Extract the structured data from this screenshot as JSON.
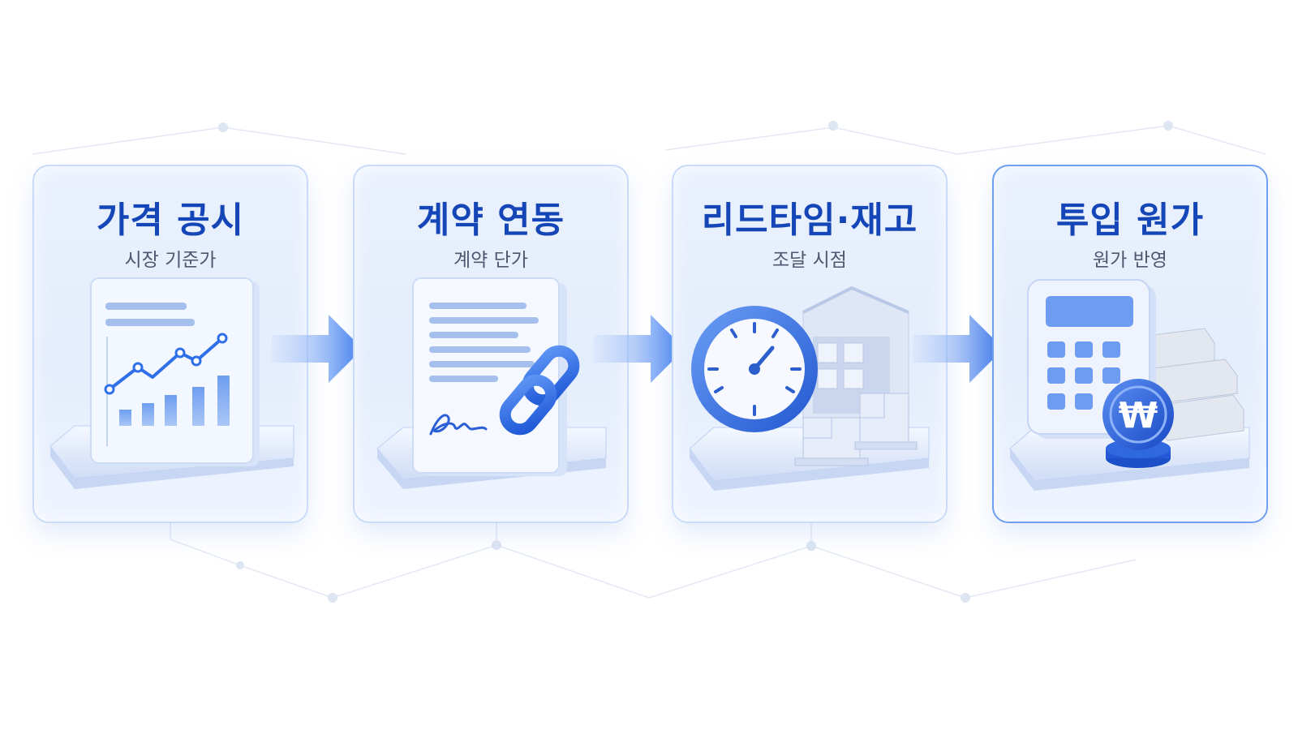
{
  "steps": [
    {
      "title": "가격 공시",
      "subtitle": "시장 기준가",
      "icon": "price-chart-icon"
    },
    {
      "title": "계약 연동",
      "subtitle": "계약 단가",
      "icon": "contract-link-icon"
    },
    {
      "title": "리드타임·재고",
      "subtitle": "조달 시점",
      "icon": "clock-warehouse-icon"
    },
    {
      "title": "투입 원가",
      "subtitle": "원가 반영",
      "icon": "calculator-coin-icon"
    }
  ],
  "coin_symbol": "₩",
  "colors": {
    "title": "#1446b8",
    "accent": "#2f6fe8",
    "card_bg": "#e7effd",
    "card_border": "#c9dbf8",
    "final_card_border": "#6f9ff0"
  }
}
